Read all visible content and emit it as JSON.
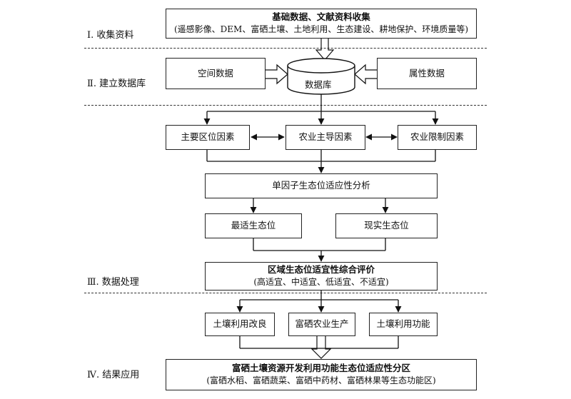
{
  "stages": [
    {
      "label": "Ⅰ. 收集资料"
    },
    {
      "label": "Ⅱ. 建立数据库"
    },
    {
      "label": "Ⅲ. 数据处理"
    },
    {
      "label": "Ⅳ. 结果应用"
    }
  ],
  "collect": {
    "title": "基础数据、文献资料收集",
    "detail": "(遥感影像、DEM、富硒土壤、土地利用、生态建设、耕地保护、环境质量等)"
  },
  "database": {
    "spatial": "空间数据",
    "db": "数据库",
    "attribute": "属性数据"
  },
  "factors": {
    "location": "主要区位因素",
    "dominant": "农业主导因素",
    "limiting": "农业限制因素"
  },
  "analysis": "单因子生态位适应性分析",
  "niche": {
    "optimal": "最适生态位",
    "actual": "现实生态位"
  },
  "evaluation": {
    "title": "区域生态位适宜性综合评价",
    "detail": "(高适宜、中适宜、低适宜、不适宜)"
  },
  "use": {
    "improve": "土壤利用改良",
    "production": "富硒农业生产",
    "function": "土壤利用功能"
  },
  "result": {
    "title": "富硒土壤资源开发利用功能生态位适应性分区",
    "detail": "(富硒水稻、富硒蔬菜、富硒中药材、富硒林果等生态功能区)"
  }
}
